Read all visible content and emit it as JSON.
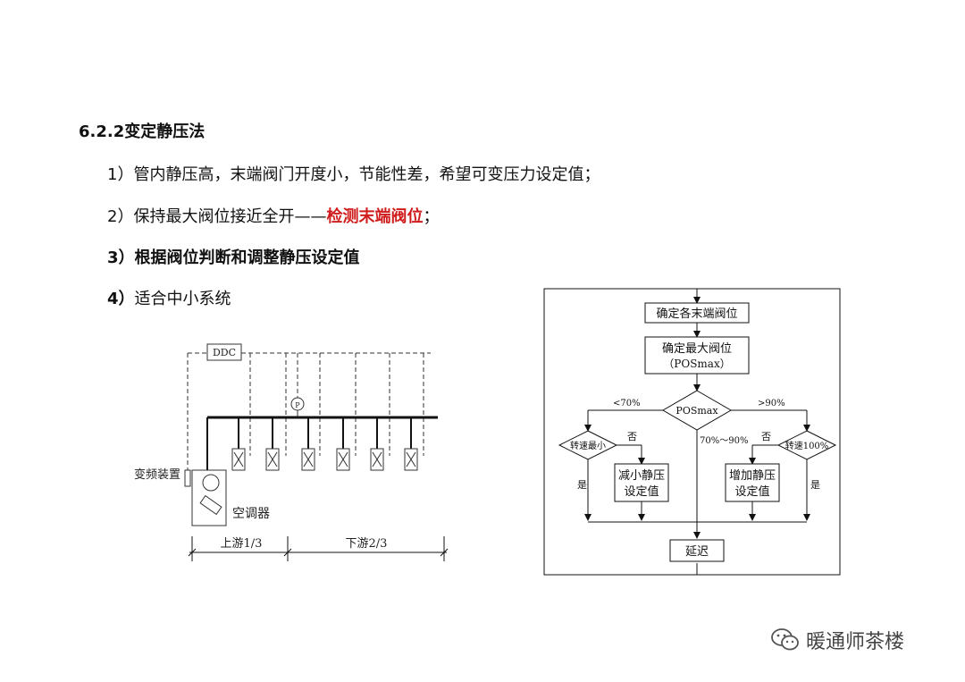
{
  "heading": "6.2.2变定静压法",
  "items": [
    {
      "num": "1）",
      "text": "管内静压高，末端阀门开度小，节能性差，希望可变压力设定值；"
    },
    {
      "num": "2）",
      "text_before": "保持最大阀位接近全开——",
      "highlight": "检测末端阀位",
      "text_after": "；"
    },
    {
      "num": "3）",
      "text": "根据阀位判断和调整静压设定值"
    },
    {
      "num": "4）",
      "text": "适合中小系统"
    }
  ],
  "system_diagram": {
    "ddc": "DDC",
    "pressure_sensor": "P",
    "vfd_label": "变频装置",
    "ahu_label": "空调器",
    "upstream": "上游1/3",
    "downstream": "下游2/3"
  },
  "flowchart": {
    "step1": "确定各末端阀位",
    "step2_line1": "确定最大阀位",
    "step2_line2": "（POSmax）",
    "decision": "POSmax",
    "left_branch": "<70%",
    "right_branch": ">90%",
    "middle_branch": "70%～90%",
    "left_decision": "转速最小",
    "right_decision": "转速100%",
    "no_left": "否",
    "no_right": "否",
    "yes_left": "是",
    "yes_right": "是",
    "reduce_line1": "减小静压",
    "reduce_line2": "设定值",
    "increase_line1": "增加静压",
    "increase_line2": "设定值",
    "delay": "延迟"
  },
  "watermark": "暖通师茶楼"
}
